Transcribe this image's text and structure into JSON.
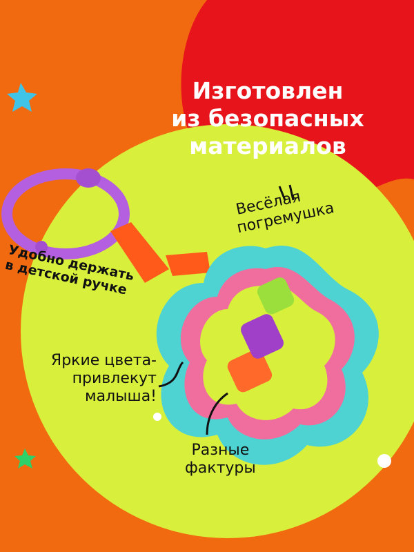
{
  "headline": [
    "Изготовлен",
    "из безопасных",
    "материалов"
  ],
  "callouts": {
    "rattle": [
      "Весёлая",
      "погремушка"
    ],
    "grip": [
      "Удобно держать",
      "в детской ручке"
    ],
    "colors": [
      "Яркие цвета-",
      "привлекут",
      "малыша!"
    ],
    "textures": [
      "Разные",
      "фактуры"
    ]
  },
  "colors": {
    "background": "#f26a10",
    "headline_blob": "#e8141b",
    "circle": "#d8f03c",
    "ring_purple": "#b45ee0",
    "flower_teal": "#4fd2d2",
    "flower_pink": "#ef6e9e",
    "strap": "#ff5a1a"
  }
}
